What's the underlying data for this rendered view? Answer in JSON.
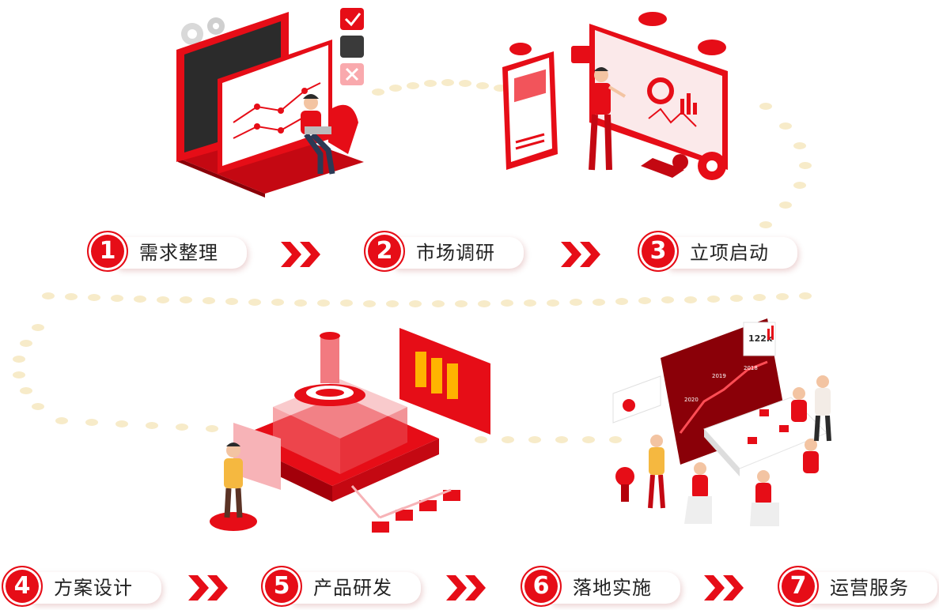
{
  "steps": [
    {
      "num": "1",
      "label": "需求整理"
    },
    {
      "num": "2",
      "label": "市场调研"
    },
    {
      "num": "3",
      "label": "立项启动"
    },
    {
      "num": "4",
      "label": "方案设计"
    },
    {
      "num": "5",
      "label": "产品研发"
    },
    {
      "num": "6",
      "label": "落地实施"
    },
    {
      "num": "7",
      "label": "运营服务"
    }
  ],
  "illustrations": {
    "panel_value": "122k",
    "years": [
      "2018",
      "2019",
      "2020"
    ]
  },
  "colors": {
    "accent": "#e60d17",
    "accent_dark": "#b3000b",
    "dot_path": "#f7ebc9"
  }
}
